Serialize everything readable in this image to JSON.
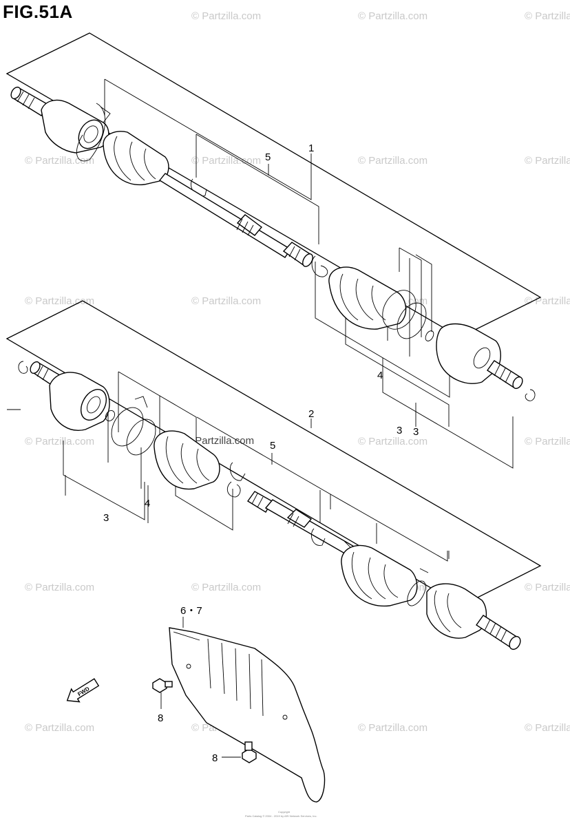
{
  "figure": {
    "title": "FIG.51A"
  },
  "callouts": {
    "shaft_1": "1",
    "shaft_2": "2",
    "ref_5_upper": "5",
    "ref_5_lower": "5",
    "ref_4_upper": "4",
    "ref_3_upper": "3",
    "ref_3_upper_b": "3",
    "ref_4_lower": "4",
    "ref_3_lower": "3",
    "ref_6_7": "6・7",
    "ref_8_left": "8",
    "ref_8_lower": "8"
  },
  "fwd_marker": {
    "text": "FWD",
    "icon": "fwd-arrow-icon"
  },
  "watermark": {
    "text": "© Partzilla.com"
  },
  "footer": {
    "copyright_line1": "Copyright",
    "copyright_line2": "Parts Catalog © 2004 - 2019 by ARI Network Services, Inc."
  }
}
